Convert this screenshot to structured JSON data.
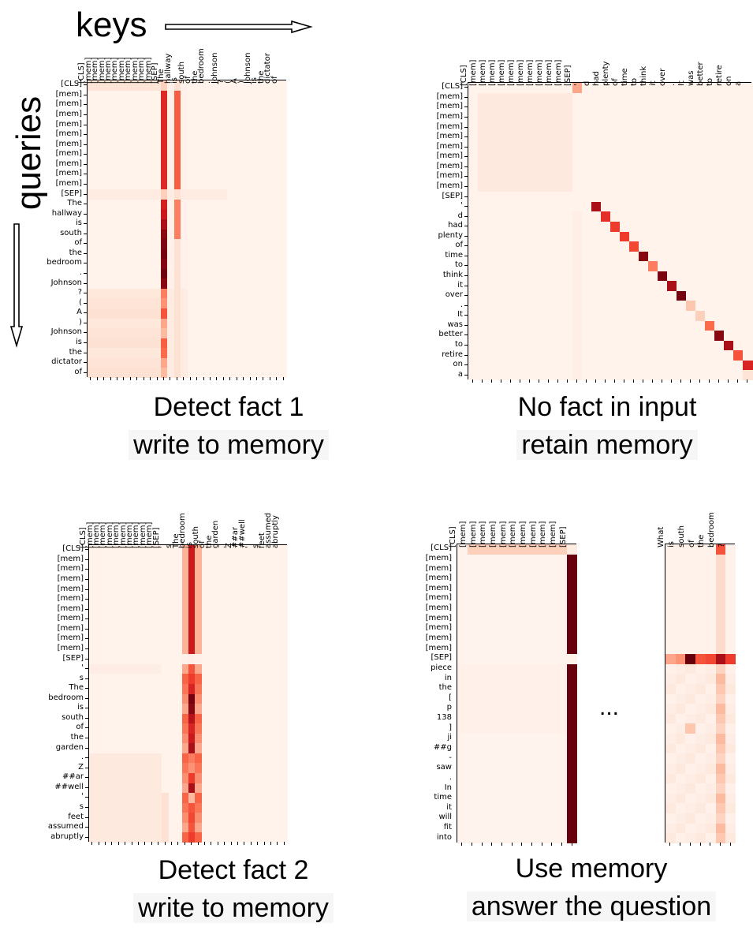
{
  "axes": {
    "keys_label": "keys",
    "queries_label": "queries"
  },
  "ellipsis": "...",
  "colors": {
    "low": "#fdebe3",
    "mid": "#f6573f",
    "high": "#6b0010",
    "arrow": "#000000"
  },
  "panels": [
    {
      "id": "p1",
      "caption_line1": "Detect fact 1",
      "caption_line2": "write to memory",
      "x_tokens": [
        "[CLS]",
        "[mem]",
        "[mem]",
        "[mem]",
        "[mem]",
        "[mem]",
        "[mem]",
        "[mem]",
        "[mem]",
        "[mem]",
        "[mem]",
        "[SEP]",
        "The",
        "hallway",
        "is",
        "south",
        "of",
        "the",
        "bedroom",
        ".",
        "Johnson",
        "?",
        "(",
        "A",
        ")",
        "Johnson",
        "is",
        "the",
        "dictator",
        "of"
      ],
      "y_tokens": [
        "[CLS]",
        "[mem]",
        "[mem]",
        "[mem]",
        "[mem]",
        "[mem]",
        "[mem]",
        "[mem]",
        "[mem]",
        "[mem]",
        "[mem]",
        "[SEP]",
        "The",
        "hallway",
        "is",
        "south",
        "of",
        "the",
        "bedroom",
        ".",
        "Johnson",
        "?",
        "(",
        "A",
        ")",
        "Johnson",
        "is",
        "the",
        "dictator",
        "of"
      ]
    },
    {
      "id": "p2",
      "caption_line1": "No fact in input",
      "caption_line2": "retain memory",
      "x_tokens": [
        "[CLS]",
        "[mem]",
        "[mem]",
        "[mem]",
        "[mem]",
        "[mem]",
        "[mem]",
        "[mem]",
        "[mem]",
        "[mem]",
        "[mem]",
        "[SEP]",
        "'",
        "d",
        "had",
        "plenty",
        "of",
        "time",
        "to",
        "think",
        "it",
        "over",
        ".",
        "It",
        "was",
        "better",
        "to",
        "retire",
        "on",
        "a"
      ],
      "y_tokens": [
        "[CLS]",
        "[mem]",
        "[mem]",
        "[mem]",
        "[mem]",
        "[mem]",
        "[mem]",
        "[mem]",
        "[mem]",
        "[mem]",
        "[mem]",
        "[SEP]",
        "'",
        "d",
        "had",
        "plenty",
        "of",
        "time",
        "to",
        "think",
        "it",
        "over",
        ".",
        "It",
        "was",
        "better",
        "to",
        "retire",
        "on",
        "a"
      ]
    },
    {
      "id": "p3",
      "caption_line1": "Detect fact 2",
      "caption_line2": "write to memory",
      "x_tokens": [
        "[CLS]",
        "[mem]",
        "[mem]",
        "[mem]",
        "[mem]",
        "[mem]",
        "[mem]",
        "[mem]",
        "[mem]",
        "[mem]",
        "[mem]",
        "[SEP]",
        "'",
        "s",
        "The",
        "bedroom",
        "is",
        "south",
        "of",
        "the",
        "garden",
        ".",
        "Z",
        "##ar",
        "##well",
        "'",
        "s",
        "feet",
        "assumed",
        "abruptly"
      ],
      "y_tokens": [
        "[CLS]",
        "[mem]",
        "[mem]",
        "[mem]",
        "[mem]",
        "[mem]",
        "[mem]",
        "[mem]",
        "[mem]",
        "[mem]",
        "[mem]",
        "[SEP]",
        "'",
        "s",
        "The",
        "bedroom",
        "is",
        "south",
        "of",
        "the",
        "garden",
        ".",
        "Z",
        "##ar",
        "##well",
        "'",
        "s",
        "feet",
        "assumed",
        "abruptly"
      ]
    },
    {
      "id": "p4",
      "caption_line1": "Use memory",
      "caption_line2": "answer the question",
      "x_tokens": [
        "[CLS]",
        "[mem]",
        "[mem]",
        "[mem]",
        "[mem]",
        "[mem]",
        "[mem]",
        "[mem]",
        "[mem]",
        "[mem]",
        "[mem]",
        "[SEP]"
      ],
      "x_tokens_right": [
        "What",
        "is",
        "south",
        "of",
        "the",
        "bedroom",
        "?"
      ],
      "y_tokens": [
        "[CLS]",
        "[mem]",
        "[mem]",
        "[mem]",
        "[mem]",
        "[mem]",
        "[mem]",
        "[mem]",
        "[mem]",
        "[mem]",
        "[mem]",
        "[SEP]",
        "piece",
        "in",
        "the",
        "[",
        "p",
        "138",
        "]",
        "ji",
        "##g",
        "-",
        "saw",
        ".",
        "In",
        "time",
        "it",
        "will",
        "fit",
        "into"
      ]
    }
  ]
}
